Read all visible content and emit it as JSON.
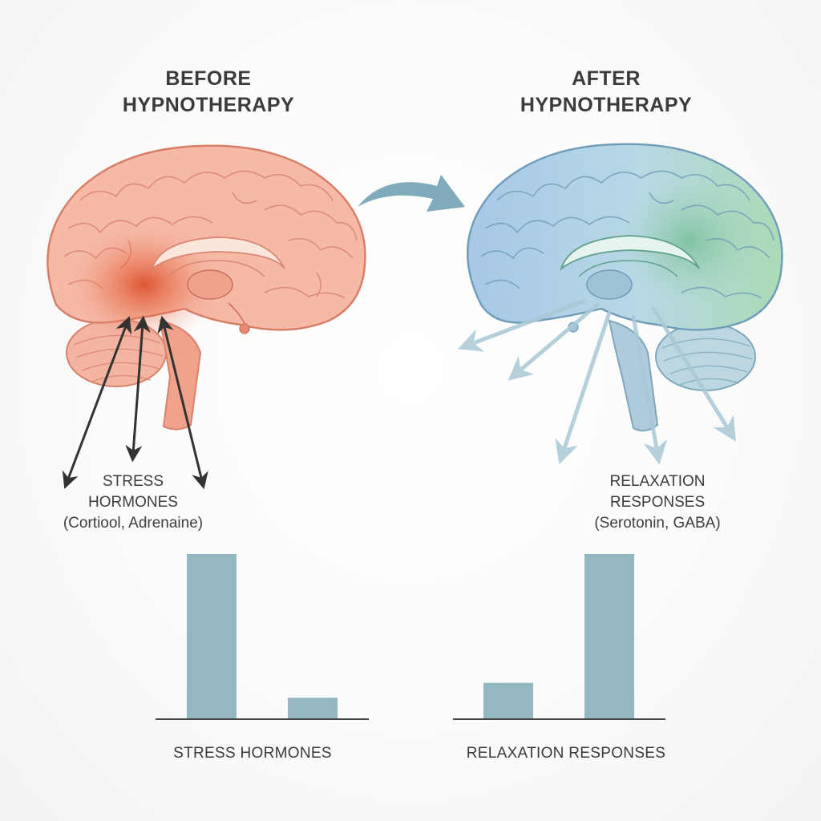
{
  "headings": {
    "before": [
      "BEFORE",
      "HYPNOTHERAPY"
    ],
    "after": [
      "AFTER",
      "HYPNOTHERAPY"
    ]
  },
  "captions": {
    "stress": [
      "STRESS",
      "HORMONES",
      "(Cortiool, Adrenaine)"
    ],
    "relaxation": [
      "RELAXATION",
      "RESPONSES",
      "(Serotonin, GABA)"
    ]
  },
  "colors": {
    "before_brain": "#f2a48f",
    "before_hotspot": "#e0502e",
    "after_brain": "#a9cde3",
    "after_green": "#9fd3ac",
    "arrow": "#7fabba",
    "bar": "#94b8c2",
    "stress_arrows": "#333333"
  },
  "chart_data": [
    {
      "type": "bar",
      "categories": [
        "",
        ""
      ],
      "values": [
        100,
        13
      ],
      "xlabel": "STRESS HORMONES",
      "ylabel": ""
    },
    {
      "type": "bar",
      "categories": [
        "",
        ""
      ],
      "values": [
        22,
        100
      ],
      "xlabel": "RELAXATION RESPONSES",
      "ylabel": ""
    }
  ]
}
